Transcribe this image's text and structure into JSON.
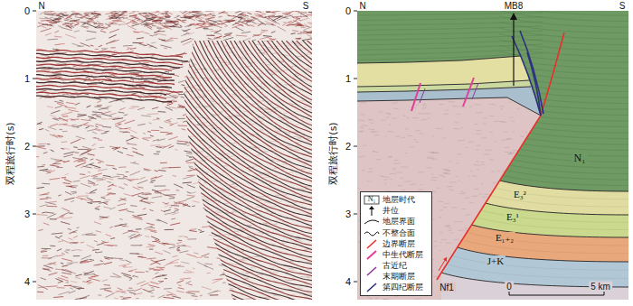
{
  "diagram": {
    "labels": [
      "N",
      "S",
      "0",
      "1",
      "2",
      "3",
      "4",
      "双程旅行时(s)",
      "MB8",
      "N",
      "S",
      "0",
      "1",
      "2",
      "3",
      "4",
      "双程旅行时(s)",
      "N₁",
      "E₃²",
      "E₃¹",
      "E₁₊₂",
      "J+K",
      "Nf1",
      "N₁",
      "0",
      "5 km"
    ],
    "legend": [
      {
        "text": "地层时代"
      },
      {
        "text": "井位"
      },
      {
        "text": "地层界面"
      },
      {
        "text": "不整合面"
      },
      {
        "text": "边界断层"
      },
      {
        "text": "中生代断层"
      },
      {
        "text": "古近纪 末期断层"
      },
      {
        "text": "第四纪断层"
      }
    ]
  }
}
